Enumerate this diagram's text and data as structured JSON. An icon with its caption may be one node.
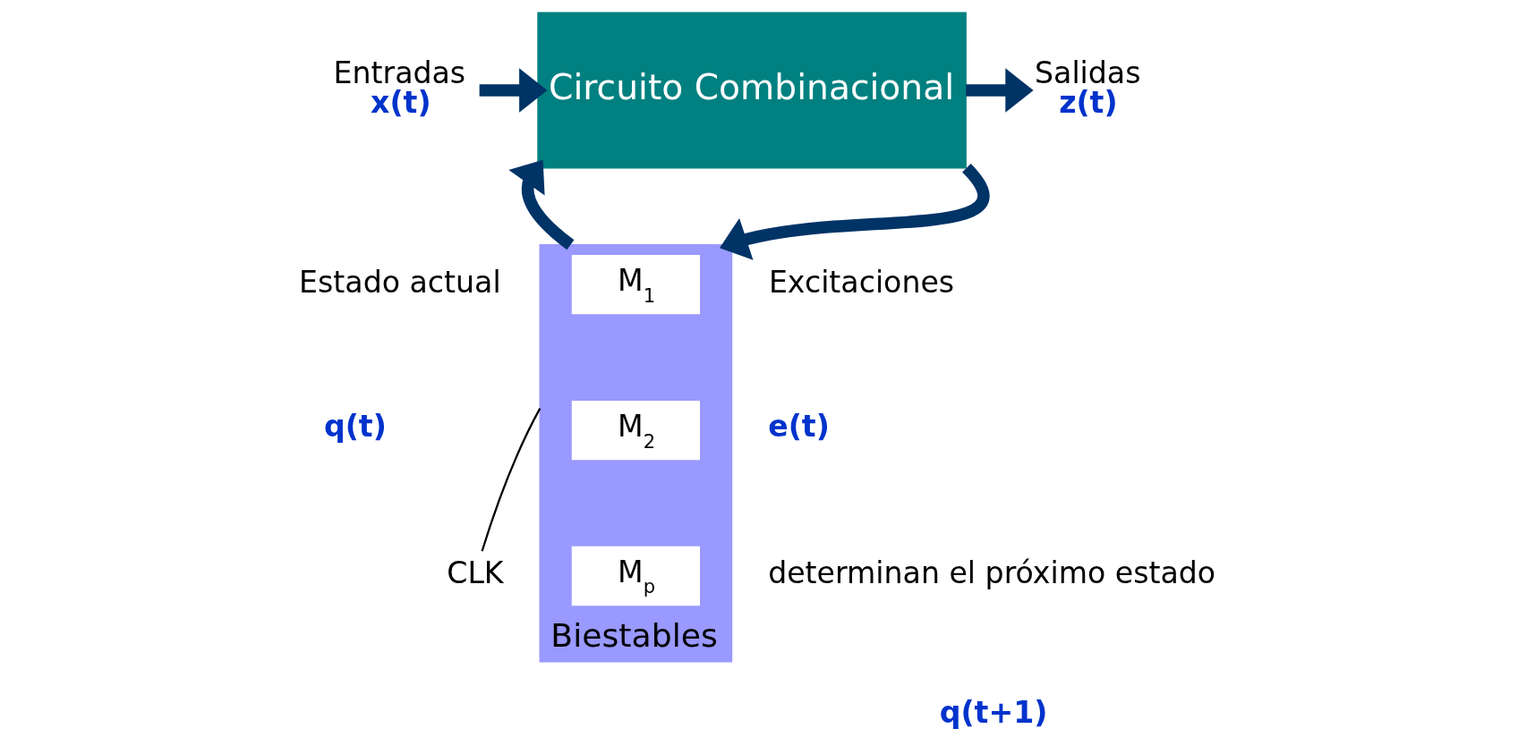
{
  "diagram": {
    "nodes": [
      {
        "text": [
          "Entradas",
          "x(t)"
        ]
      },
      {
        "text": [
          "Circuito Combinacional"
        ]
      },
      {
        "text": [
          "Salidas",
          "z(t)"
        ]
      },
      {
        "text": [
          "Biestables"
        ]
      },
      {
        "text": [
          "M$_{1}$"
        ],
        "in": 3
      },
      {
        "text": [
          "M$_{2}$"
        ],
        "in": 3
      },
      {
        "text": [
          "M$_{p}$"
        ],
        "in": 3
      },
      {
        "text": [
          "CLK"
        ]
      }
    ],
    "edges": [
      {
        "from": 0,
        "to": 1,
        "arrow": "to"
      },
      {
        "from": 1,
        "to": 2,
        "arrow": "to"
      },
      {
        "from": 1,
        "to": 3,
        "arrow": "to"
      },
      {
        "from": 3,
        "to": 1,
        "arrow": "to"
      },
      {
        "from": 7,
        "to": 3,
        "arrow": "none",
        "color": "#000000"
      }
    ],
    "labels": [
      "Estado actual",
      "q(t)",
      "Excitaciones",
      "e(t)",
      "determinan el próximo estado",
      "q(t+1)"
    ]
  }
}
